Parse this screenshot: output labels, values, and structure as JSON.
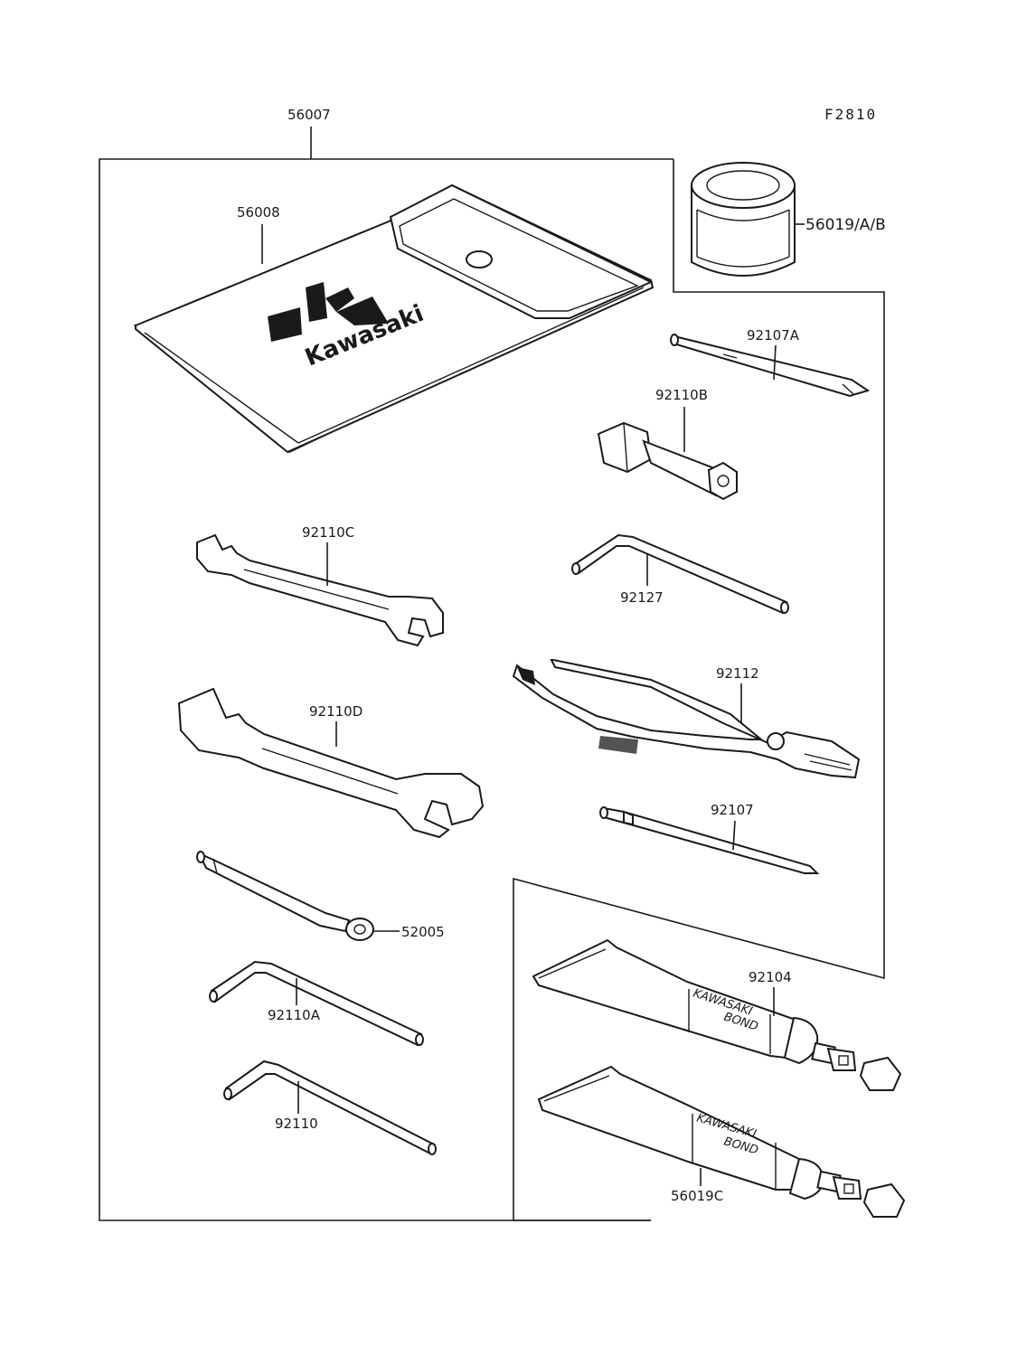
{
  "figure_code": "F2810",
  "parts": {
    "kit": "56007",
    "pouch": "56008",
    "can": "56019/A/B",
    "screwdriver_small": "92107A",
    "box_wrench": "92110B",
    "wrench_small": "92110C",
    "hex_key_92127": "92127",
    "pliers": "92112",
    "wrench_large": "92110D",
    "screwdriver": "92107",
    "handle": "52005",
    "bond_tube": "92104",
    "hex_key_92110A": "92110A",
    "hex_key_92110": "92110",
    "bond_tube_c": "56019C"
  },
  "pouch_brand": "Kawasaki",
  "tube_text": {
    "line1": "KAWASAKI",
    "line2": "BOND"
  }
}
